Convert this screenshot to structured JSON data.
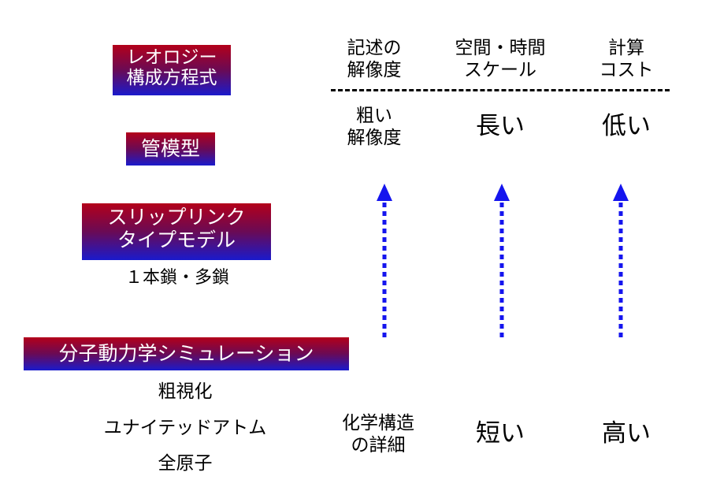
{
  "models": {
    "rheology": [
      "レオロジー",
      "構成方程式"
    ],
    "tube": "管模型",
    "slip_link": [
      "スリップリンク",
      "タイプモデル"
    ],
    "slip_link_sub": "１本鎖・多鎖",
    "md": "分子動力学シミュレーション",
    "md_sub": [
      "粗視化",
      "ユナイテッドアトム",
      "全原子"
    ]
  },
  "columns": {
    "resolution": {
      "header": [
        "記述の",
        "解像度"
      ],
      "top": [
        "粗い",
        "解像度"
      ],
      "bottom": [
        "化学構造",
        "の詳細"
      ]
    },
    "scale": {
      "header": [
        "空間・時間",
        "スケール"
      ],
      "top": "長い",
      "bottom": "短い"
    },
    "cost": {
      "header": [
        "計算",
        "コスト"
      ],
      "top": "低い",
      "bottom": "高い"
    }
  },
  "colors": {
    "box_gradient_top": "#b3001a",
    "box_gradient_bottom": "#1a1acc",
    "arrow": "#1515ee"
  }
}
